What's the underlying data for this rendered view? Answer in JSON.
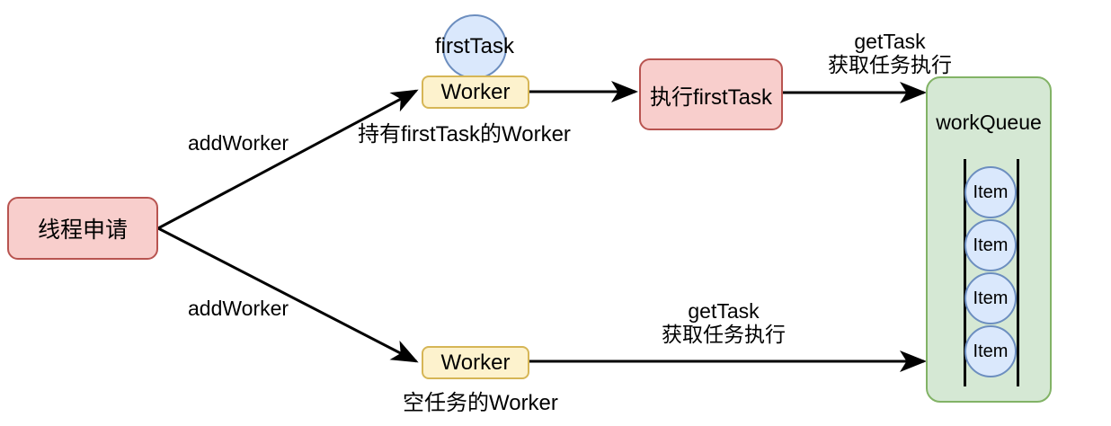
{
  "diagram": {
    "title": "Thread pool worker / workQueue flow",
    "nodes": {
      "thread_request": {
        "label": "线程申请",
        "fill": "#f8cecc",
        "stroke": "#b85450"
      },
      "worker_with_task": {
        "label": "Worker",
        "fill": "#fdf2cd",
        "stroke": "#d6b656"
      },
      "worker_empty": {
        "label": "Worker",
        "fill": "#fdf2cd",
        "stroke": "#d6b656"
      },
      "first_task": {
        "label": "firstTask",
        "fill": "#dae8fc",
        "stroke": "#6c8ebf"
      },
      "exec_first_task": {
        "label": "执行firstTask",
        "fill": "#f8cecc",
        "stroke": "#b85450"
      },
      "work_queue": {
        "label": "workQueue",
        "fill": "#d5e8d4",
        "stroke": "#82b366"
      }
    },
    "queue_items": [
      {
        "label": "Item"
      },
      {
        "label": "Item"
      },
      {
        "label": "Item"
      },
      {
        "label": "Item"
      }
    ],
    "edge_labels": {
      "add_worker_top": "addWorker",
      "add_worker_bottom": "addWorker",
      "get_task_top_line1": "getTask",
      "get_task_top_line2": "获取任务执行",
      "get_task_bottom_line1": "getTask",
      "get_task_bottom_line2": "获取任务执行"
    },
    "annotations": {
      "worker_with_task_caption": "持有firstTask的Worker",
      "worker_empty_caption": "空任务的Worker"
    }
  }
}
